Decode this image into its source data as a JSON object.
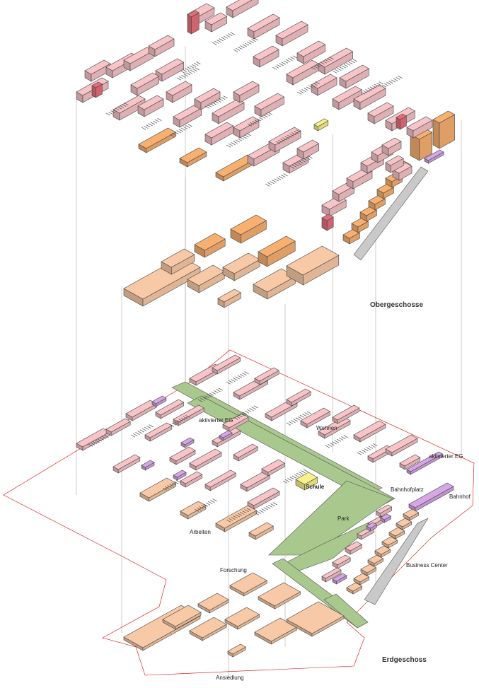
{
  "labels": {
    "upper_floors": "Obergeschosse",
    "ground_floor": "Erdgeschoss",
    "active_ground_1": "aktivierter EG",
    "active_ground_2": "aktivierter EG",
    "housing": "Wohnen",
    "school": "Schule",
    "station_square": "Bahnhofplatz",
    "station": "Bahnhof",
    "park": "Park",
    "work": "Arbeiten",
    "business_center": "Business Center",
    "research": "Forschung",
    "settlement": "Ansiedlung"
  },
  "colors": {
    "housing_pink": "#f7c4c8",
    "housing_dark": "#e46f7a",
    "work_orange": "#f7b070",
    "commerce_peach": "#f8c9a6",
    "green_park": "#a9c88d",
    "activated_purple": "#d6a6e6",
    "school_yellow": "#f8f08a",
    "boundary_red": "#e00000",
    "platform_gray": "#c9c9c9"
  }
}
